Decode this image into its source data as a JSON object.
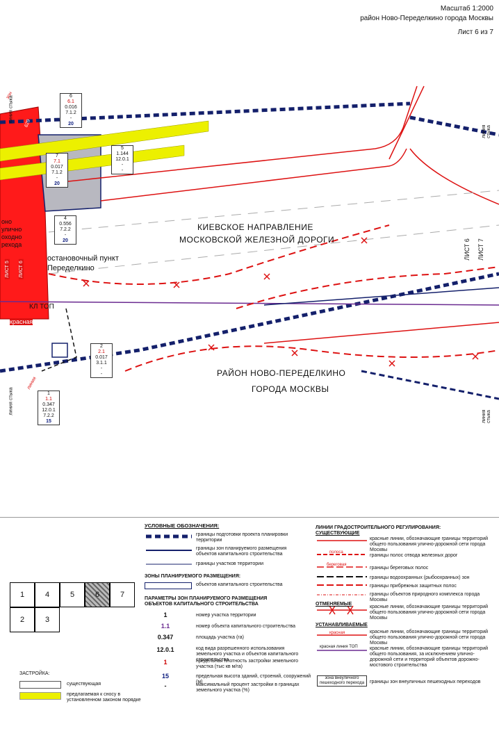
{
  "header": {
    "scale": "Масштаб 1:2000",
    "district": "район Ново-Переделкино города Москвы",
    "sheet": "Лист 6 из 7"
  },
  "map": {
    "rail_label_1": "КИЕВСКОЕ НАПРАВЛЕНИЕ",
    "rail_label_2": "МОСКОВСКОЙ ЖЕЛЕЗНОЙ ДОРОГИ",
    "district_label_1": "РАЙОН НОВО-ПЕРЕДЕЛКИНО",
    "district_label_2": "ГОРОДА МОСКВЫ",
    "stop_label_1": "остановочный пункт",
    "stop_label_2": "Переделкино",
    "kl_top": "КЛ ТОП",
    "sheet6_right": "ЛИСТ 6",
    "sheet7_right": "ЛИСТ 7",
    "sheet5_left": "ЛИСТ 5",
    "sheet6_left": "ЛИСТ 6",
    "stitch_line": "линия стыка",
    "left_texts": [
      "оно",
      "улично",
      "оходно",
      "рехода"
    ],
    "zone_label": "зон",
    "line_label": "линия",
    "krasnaya": "красная",
    "road_label": "629",
    "boxes": [
      {
        "n": "6",
        "b": "6.1",
        "c": "0.016",
        "d": "7.1.2",
        "e": "-",
        "f": "20"
      },
      {
        "n": "5",
        "b": "",
        "c": "1.144",
        "d": "12.0.1",
        "e": "-",
        "f": "-"
      },
      {
        "n": "7",
        "b": "7.1",
        "c": "0.017",
        "d": "7.1.2",
        "e": "-",
        "f": "20"
      },
      {
        "n": "4",
        "b": "",
        "c": "0.556",
        "d": "7.2.2",
        "e": "-",
        "f": "20"
      },
      {
        "n": "2",
        "b": "2.1",
        "c": "0.017",
        "d": "3.1.1",
        "e": "-",
        "f": "-"
      },
      {
        "n": "1",
        "b": "1.1",
        "c": "0.347",
        "d": "12.0.1",
        "e": "7.2.2",
        "f": "15"
      }
    ]
  },
  "legend": {
    "title": "УСЛОВНЫЕ ОБОЗНАЧЕНИЯ:",
    "items_left": [
      "границы подготовки проекта планировки территории",
      "границы зон планируемого размещения объектов капитального строительства",
      "границы участков территории"
    ],
    "zones_title": "ЗОНЫ ПЛАНИРУЕМОГО РАЗМЕЩЕНИЯ:",
    "zones_item": "объектов капитального строительства",
    "params_title_1": "ПАРАМЕТРЫ ЗОН ПЛАНИРУЕМОГО РАЗМЕЩЕНИЯ",
    "params_title_2": "ОБЪЕКТОВ КАПИТАЛЬНОГО СТРОИТЕЛЬСТВА",
    "params": [
      {
        "sym": "1",
        "text": "номер участка территории"
      },
      {
        "sym": "1.1",
        "text": "номер объекта капитального строительства"
      },
      {
        "sym": "0.347",
        "text": "площадь участка (га)"
      },
      {
        "sym": "12.0.1",
        "text": "код вида разрешенного использования земельного участка и объектов капитального строительства"
      },
      {
        "sym": "1",
        "text": "предельная плотность застройки земельного участка (тыс кв м/га)"
      },
      {
        "sym": "15",
        "text": "предельная высота зданий, строений, сооружений (м)"
      },
      {
        "sym": "-",
        "text": "максимальный процент застройки в границах земельного участка (%)"
      }
    ],
    "right_title": "ЛИНИИ ГРАДОСТРОИТЕЛЬНОГО РЕГУЛИРОВАНИЯ:",
    "existing": "СУЩЕСТВУЮЩИЕ",
    "right_items": [
      "красные линии, обозначающие границы территорий общего пользования улично-дорожной сети города Москвы",
      "границы полос отвода железных дорог",
      "границы береговых полос",
      "границы водоохранных (рыбоохранных) зон",
      "границы прибрежных защитных полос",
      "границы объектов природного комплекса города Москвы"
    ],
    "cancelled": "ОТМЕНЯЕМЫЕ",
    "cancelled_item": "красные линии, обозначающие границы территорий общего пользования улично-дорожной сети города Москвы",
    "established": "УСТАНАВЛИВАЕМЫЕ",
    "established_items": [
      "красные линии, обозначающие границы территорий общего пользования улично-дорожной сети города Москвы",
      "красные линии, обозначающие границы территорий общего пользования, за исключением улично-дорожной сети и территорий объектов дорожно-мостового строительства",
      "границы зон внеуличных пешеходных переходов"
    ],
    "tag_krasnaya": "красная",
    "tag_polosa": "полоса",
    "tag_bereg": "береговая",
    "tag_zone": "зона внеуличного пешеходного перехода",
    "tag_krasnaya_top": "красная линия ТОП",
    "building_title": "ЗАСТРОЙКА:",
    "building_items": [
      "существующая",
      "предлагаемая к сносу в установленном законом порядке"
    ]
  },
  "sheet_grid": {
    "row1": [
      "1",
      "4",
      "5",
      "6",
      "7"
    ],
    "row2": [
      "2",
      "3"
    ],
    "current": "6"
  },
  "colors": {
    "red_zone": "#ff1a1a",
    "yellow": "#ecf000",
    "navy": "#14206b",
    "grey_zone": "#b8b8c0",
    "red_line": "#d11"
  }
}
